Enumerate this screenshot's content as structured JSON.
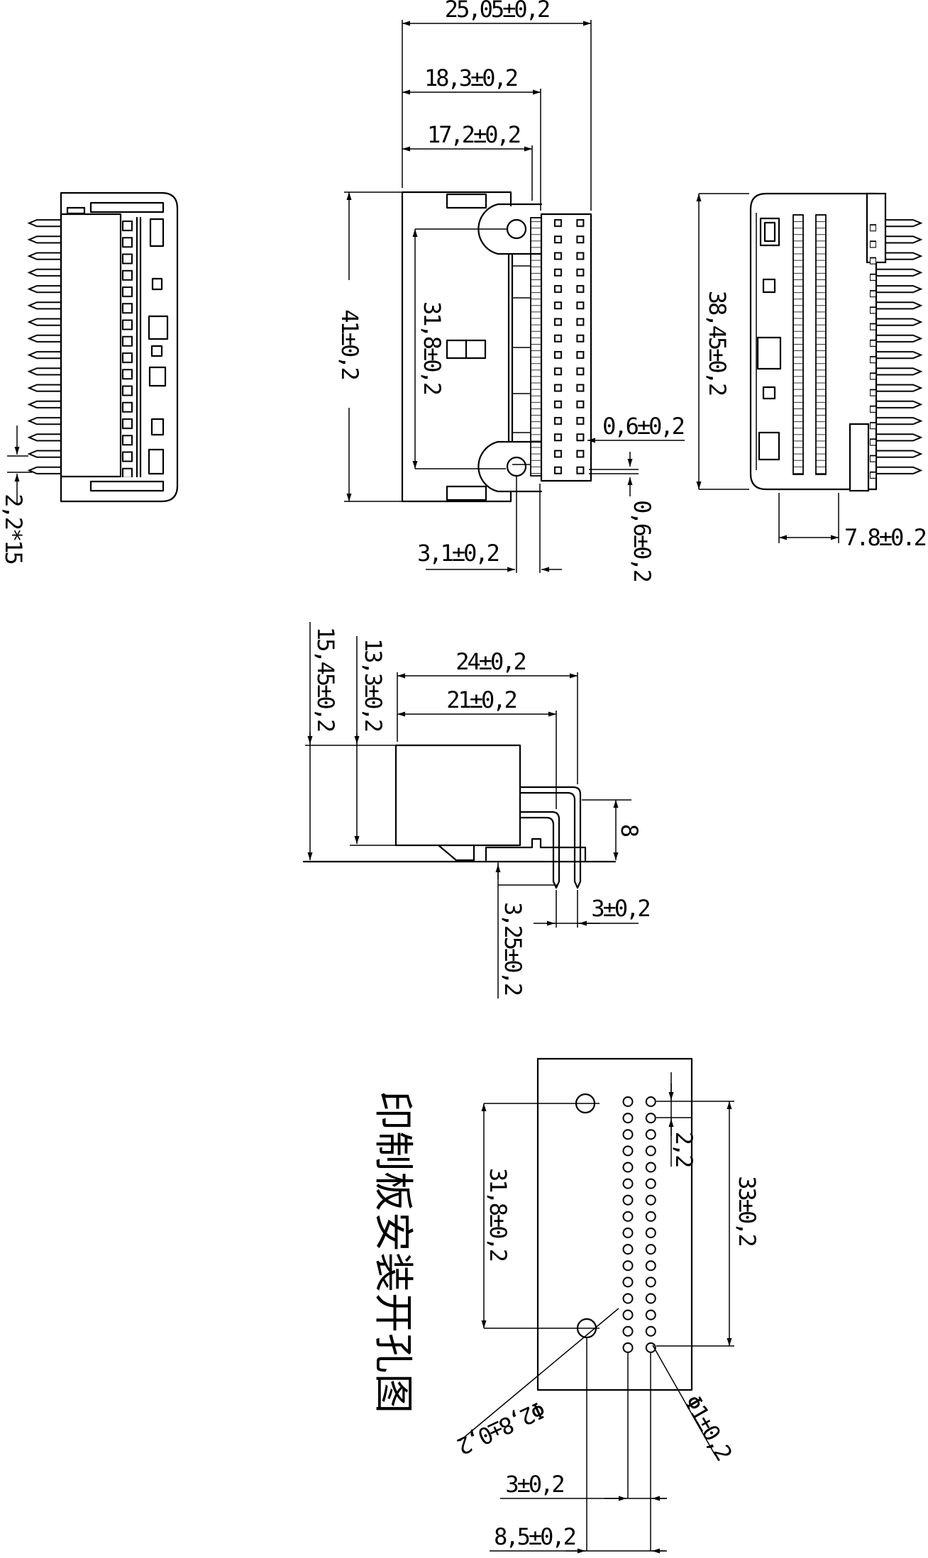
{
  "drawing": {
    "background": "#ffffff",
    "line_color": "#000000",
    "title": "印制板安装开孔图",
    "labels": {
      "pin_pitch_side": "2,2*15",
      "front_width_overall": "25,05±0,2",
      "front_width_upper": "18,3±0,2",
      "front_width_body": "17,2±0,2",
      "front_height": "41±0,2",
      "front_contact_span": "31,8±0,2",
      "front_pin_width": "0,6±0,2",
      "front_pin_thickness": "0,6±0,2",
      "front_tab_offset": "3,1±0,2",
      "right_height": "38,45±0,2",
      "right_depth": "7.8±0.2",
      "profile_depth_overall": "24±0,2",
      "profile_depth_inner": "21±0,2",
      "profile_height_overall": "15,45±0,2",
      "profile_height_body": "13,3±0,2",
      "profile_pin_height": "8",
      "profile_pin_protrusion": "3,25±0,2",
      "profile_row_pitch": "3±0,2",
      "pcb_mount_span": "31,8±0,2",
      "pcb_hole_pitch": "2,2",
      "pcb_hole_span": "33±0,2",
      "pcb_mount_dia": "Φ2,8±0,2",
      "pcb_hole_dia": "Φ1±0,2",
      "pcb_row_pitch": "3±0,2",
      "pcb_mount_offset": "8,5±0,2"
    }
  }
}
